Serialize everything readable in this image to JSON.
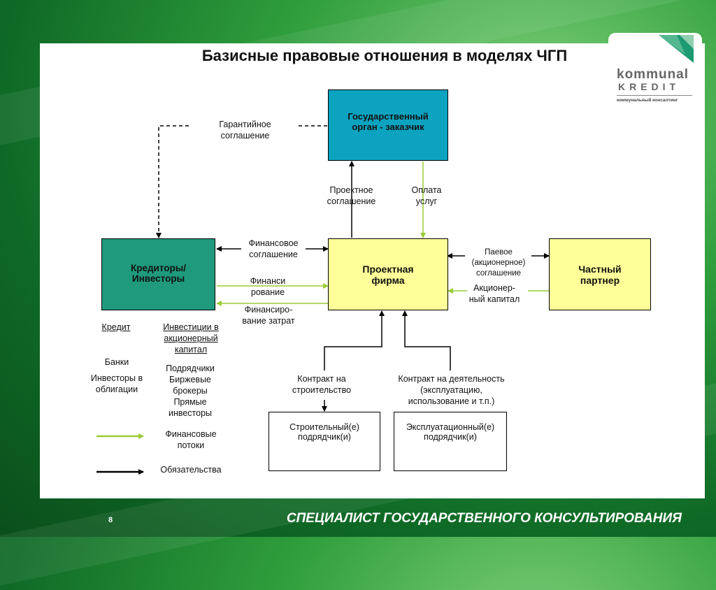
{
  "title": "Базисные правовые отношения в моделях ЧГП",
  "logo": {
    "line1": "kommunal",
    "line2": "kredit",
    "tagline": "коммунальный консалтинг"
  },
  "boxes": {
    "gov": "Государственный орган - заказчик",
    "firm": "Проектная фирма",
    "creditors": "Кредиторы/ Инвесторы",
    "partner": "Частный партнер",
    "builder": "Строительный(е) подрядчик(и)",
    "operator": "Эксплуатационный(е) подрядчик(и)"
  },
  "labels": {
    "guarantee": "Гарантийное соглашение",
    "project_agreement": "Проектное соглашение",
    "payment": "Оплата услуг",
    "fin_agreement": "Финансовое соглашение",
    "financing": "Финанси рование",
    "cost_financing": "Финансиро- вание затрат",
    "share_agreement": "Паевое (акционерное) соглашение",
    "equity": "Акционер- ный капитал",
    "construction_contract": "Контракт на строительство",
    "operation_contract": "Контракт на деятельность (эксплуатацию, использование и т.п.)"
  },
  "legend": {
    "credit": "Кредит",
    "invest": "Инвестиции в акционерный капитал",
    "banks": "Банки",
    "bond_investors": "Инвесторы в облигации",
    "contractors": "Подрядчики Биржевые брокеры Прямые инвесторы",
    "fin_flows": "Финансовые потоки",
    "obligations": "Обязательства"
  },
  "colors": {
    "gov": "#0ba3bf",
    "creditors": "#1f9a7c",
    "yellow": "#ffff99",
    "green_arrow": "#99cc33",
    "footer_bg": "#0f6a26"
  },
  "footer": "СПЕЦИАЛИСТ ГОСУДАРСТВЕННОГО КОНСУЛЬТИРОВАНИЯ",
  "page_number": "8"
}
